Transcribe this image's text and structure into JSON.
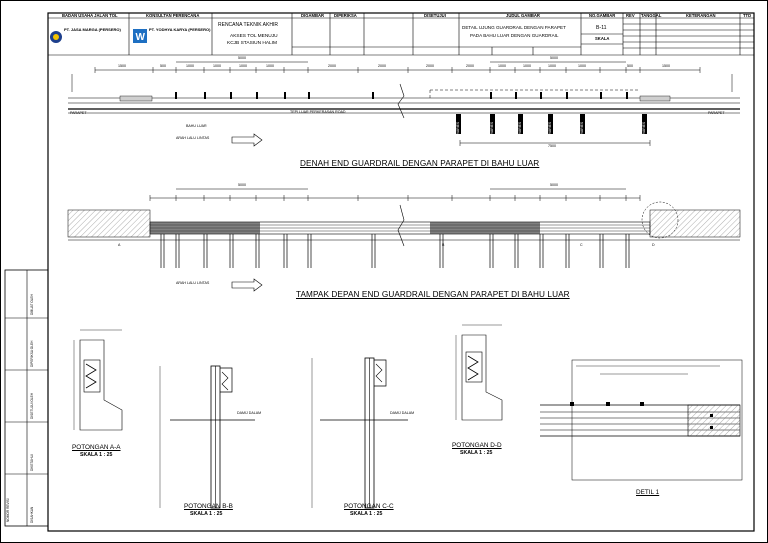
{
  "title_block": {
    "owner_header": "BADAN USAHA JALAN TOL",
    "owner_name": "PT. JASA MARGA (PERSERO)",
    "consultant_header": "KONSULTAN PERENCANA",
    "consultant_name": "PT. YODHYA KARYA (PERSERO)",
    "plan_type": "RENCANA TEKNIK AKHIR",
    "project_line1": "AKSES TOL MENUJU",
    "project_line2": "KCJB STASIUN HALIM",
    "digambar_label": "DIGAMBAR",
    "diperiksa_label": "DIPERIKSA",
    "disetujui_label": "DISETUJUI",
    "drawing_title_header": "JUDUL GAMBAR",
    "drawing_title_line1": "DETAIL UJUNG GUARDRAIL DENGAN PARAPET",
    "drawing_title_line2": "PADA BAHU LUAR DENGAN GUARDRAIL",
    "sheet_no_header": "NO.GAMBAR",
    "sheet_no": "B-11",
    "scale_label": "SKALA",
    "rev_header": "REV",
    "date_header": "TANGGAL",
    "remarks_header": "KETERANGAN",
    "ttd_header": "TTD"
  },
  "plan_view": {
    "title": "DENAH END GUARDRAIL DENGAN PARAPET DI BAHU LUAR",
    "road_edge_label": "TEPI LUAR PERKERASAN ROAD",
    "parapet_left": "PARAPET",
    "parapet_right": "PARAPET",
    "bahu_luar": "BAHU LUAR",
    "traffic_arrow": "ARAH LALU LINTAS",
    "dims_top_left": [
      "1500",
      "500",
      "1000",
      "1000",
      "1000",
      "1000",
      "2000",
      "2000",
      "2000"
    ],
    "dims_top_right": [
      "2000",
      "1000",
      "1000",
      "1000",
      "1000",
      "500",
      "1500"
    ],
    "overall_left": "5000",
    "overall_right": "5000",
    "dim_7500": "7500",
    "post_labels": [
      "VARIES",
      "VARIES",
      "VARIES",
      "VARIES",
      "VARIES",
      "VARIES"
    ]
  },
  "elevation_view": {
    "title": "TAMPAK DEPAN END GUARDRAIL DENGAN PARAPET DI BAHU LUAR",
    "traffic_arrow": "ARAH LALU LINTAS",
    "overall_left": "5000",
    "overall_right": "5000",
    "section_marks": [
      "A",
      "B",
      "C",
      "D"
    ]
  },
  "sections": [
    {
      "name": "POTONGAN A-A",
      "scale": "SKALA  1 : 25"
    },
    {
      "name": "POTONGAN B-B",
      "scale": "SKALA  1 : 25"
    },
    {
      "name": "POTONGAN C-C",
      "scale": "SKALA  1 : 25"
    },
    {
      "name": "POTONGAN D-D",
      "scale": "SKALA  1 : 25"
    }
  ],
  "detail": {
    "name": "DETIL 1"
  },
  "notes": {
    "ground_level_b": "DAMIJ DALAM",
    "ground_level_c": "DAMIJ DALAM"
  },
  "left_margin": {
    "rev_label": "NOMOR REVISI",
    "boxes": [
      "DIBUAT OLEH",
      "DIPERIKSA OLEH",
      "DISETUJUI OLEH",
      "DIKETAHUI",
      "DISAHKAN"
    ]
  }
}
